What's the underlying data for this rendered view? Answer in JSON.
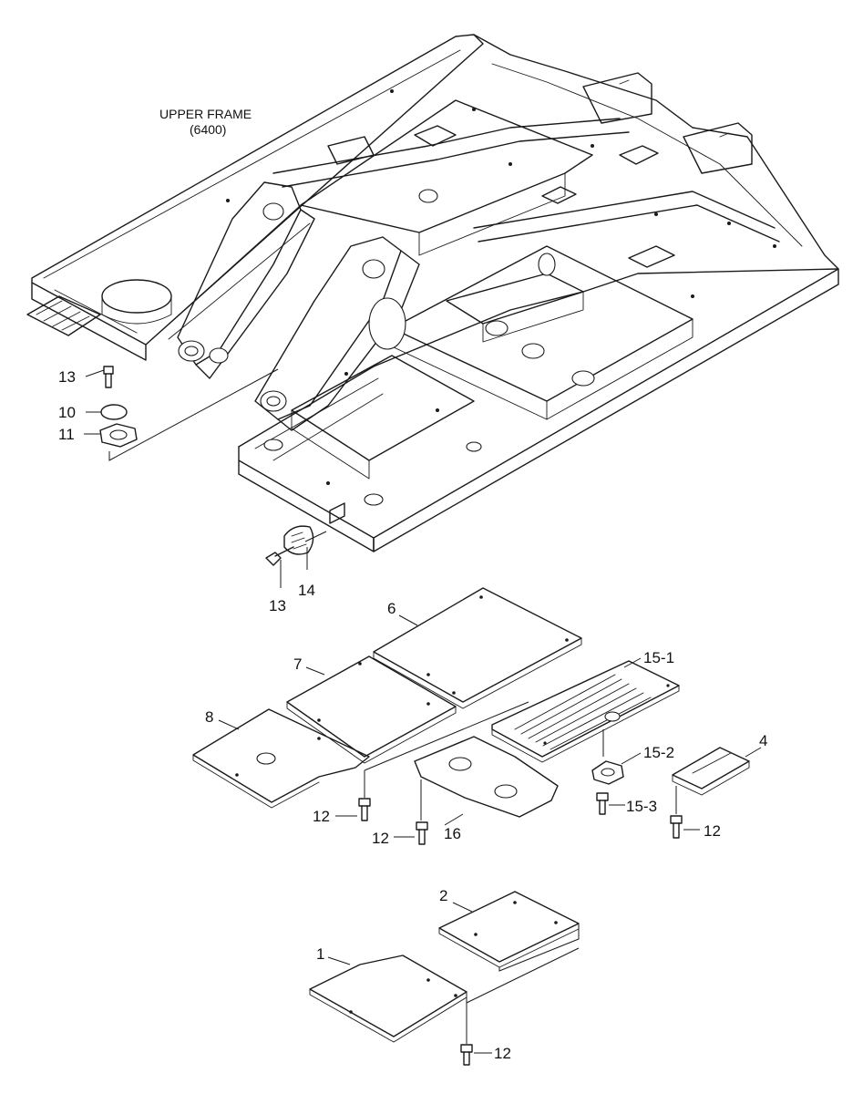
{
  "frame": {
    "title_line1": "UPPER FRAME",
    "title_line2": "(6400)"
  },
  "callouts": {
    "c1": "1",
    "c2": "2",
    "c4": "4",
    "c6": "6",
    "c7": "7",
    "c8": "8",
    "c10": "10",
    "c11": "11",
    "c12a": "12",
    "c12b": "12",
    "c12c": "12",
    "c12d": "12",
    "c13a": "13",
    "c13b": "13",
    "c14": "14",
    "c15_1": "15-1",
    "c15_2": "15-2",
    "c15_3": "15-3",
    "c16": "16"
  }
}
